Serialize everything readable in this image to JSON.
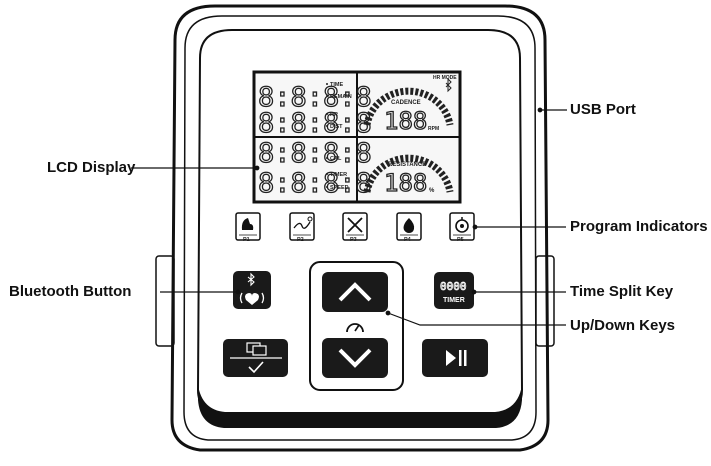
{
  "lcd": {
    "left_labels": {
      "time": "TIME",
      "remain": "REMAIN",
      "hr": "HR",
      "dist": "DIST",
      "cal": "CAL",
      "timer": "TIMER",
      "speed": "SPEED"
    },
    "digits": "8:8:8:8",
    "right_top": {
      "mode": "HR MODE",
      "label": "CADENCE",
      "value": "188",
      "unit": "RPM"
    },
    "right_bottom": {
      "label": "RESISTANCE",
      "value": "188",
      "unit": "%"
    }
  },
  "programs": [
    "P1",
    "P2",
    "P3",
    "P4",
    "P5"
  ],
  "timer_button": {
    "digits": "0000",
    "label": "TIMER"
  },
  "callouts": {
    "usb_port": "USB Port",
    "lcd_display": "LCD Display",
    "program_indicators": "Program Indicators",
    "bluetooth_button": "Bluetooth Button",
    "time_split_key": "Time Split Key",
    "up_down_keys": "Up/Down Keys"
  },
  "icons": {
    "bluetooth": "bluetooth-icon",
    "heart": "heart-icon",
    "up": "chevron-up-icon",
    "down": "chevron-down-icon",
    "gauge": "speedometer-icon",
    "play_pause": "play-pause-icon",
    "confirm": "window-check-icon"
  }
}
